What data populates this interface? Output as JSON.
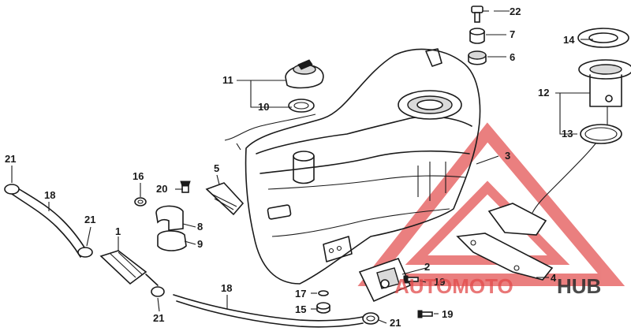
{
  "diagram": {
    "callouts": {
      "c1": "1",
      "c2": "2",
      "c3": "3",
      "c4": "4",
      "c5": "5",
      "c6": "6",
      "c7": "7",
      "c8": "8",
      "c9": "9",
      "c10": "10",
      "c11": "11",
      "c12": "12",
      "c13": "13",
      "c14": "14",
      "c15": "15",
      "c16": "16",
      "c17": "17",
      "c18a": "18",
      "c18b": "18",
      "c19a": "19",
      "c19b": "19",
      "c20": "20",
      "c21a": "21",
      "c21b": "21",
      "c21c": "21",
      "c21d": "21",
      "c22": "22"
    }
  },
  "watermark": {
    "part1": "AUTOMOTO",
    "part2": "HUB",
    "color_red": "#e24a4a",
    "color_dark": "#2b2b2b"
  }
}
